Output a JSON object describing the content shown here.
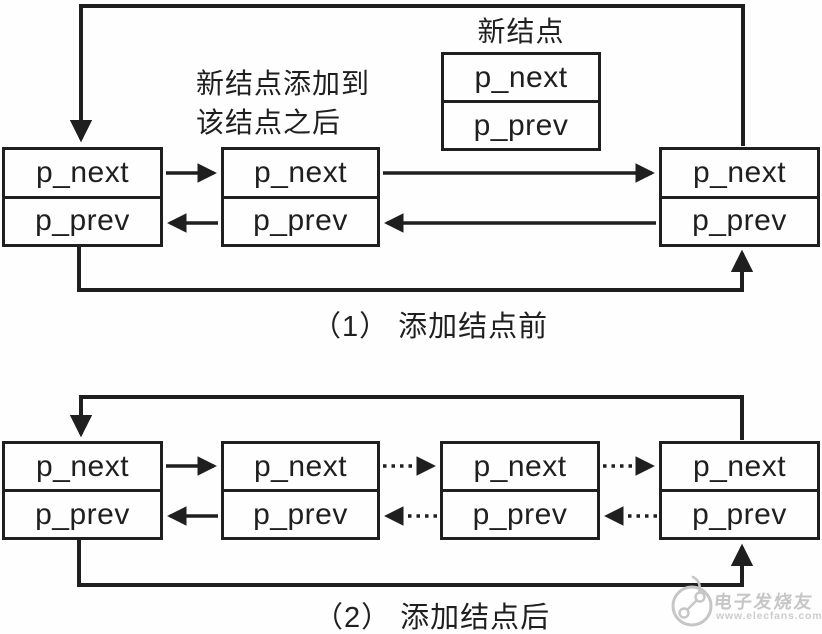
{
  "colors": {
    "ink": "#1f1f1f",
    "background": "#fefefe",
    "watermark_gray": "#c6c6c6"
  },
  "field_labels": [
    "p_next",
    "p_prev"
  ],
  "diagram_before": {
    "caption": "（1） 添加结点前",
    "annotation": [
      "新结点添加到",
      "该结点之后"
    ],
    "new_node": {
      "title": "新结点",
      "fields": [
        "p_next",
        "p_prev"
      ]
    },
    "nodes": [
      {
        "fields": [
          "p_next",
          "p_prev"
        ]
      },
      {
        "fields": [
          "p_next",
          "p_prev"
        ]
      },
      {
        "fields": [
          "p_next",
          "p_prev"
        ]
      }
    ]
  },
  "diagram_after": {
    "caption": "（2） 添加结点后",
    "nodes": [
      {
        "fields": [
          "p_next",
          "p_prev"
        ]
      },
      {
        "fields": [
          "p_next",
          "p_prev"
        ]
      },
      {
        "fields": [
          "p_next",
          "p_prev"
        ]
      },
      {
        "fields": [
          "p_next",
          "p_prev"
        ]
      }
    ]
  },
  "watermark": {
    "brand": "电子发烧友",
    "url": "www.elecfans.com"
  }
}
